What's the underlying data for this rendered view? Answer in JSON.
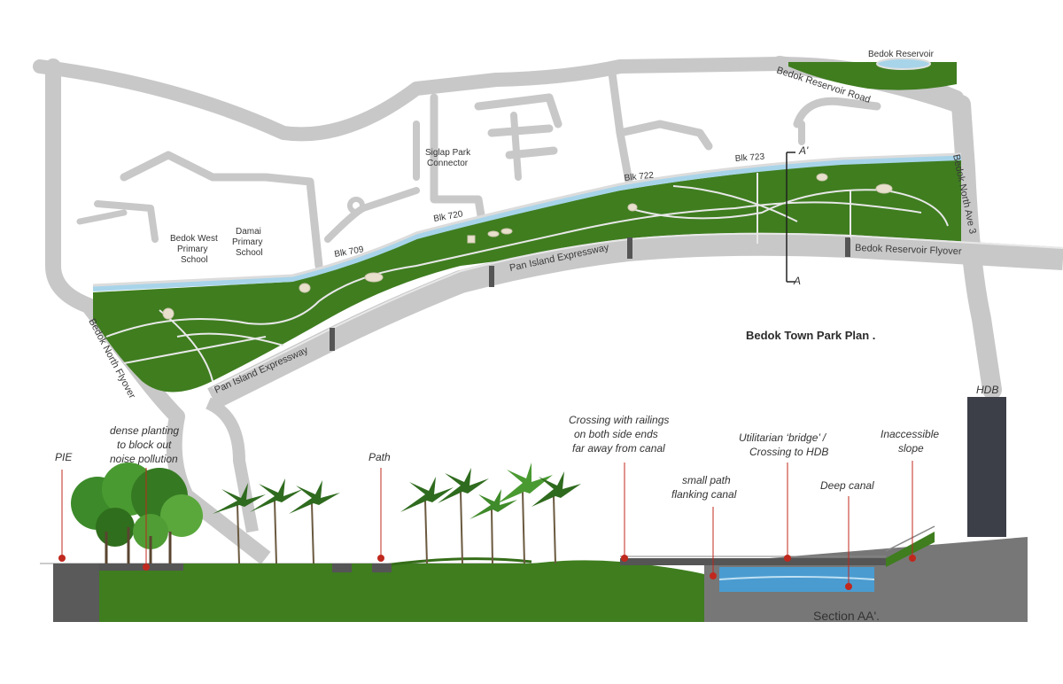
{
  "plan": {
    "title": "Bedok Town Park Plan .",
    "places": {
      "reservoir": "Bedok Reservoir",
      "reservoir_road": "Bedok Reservoir Road",
      "north_ave3": "Bedok North Ave 3",
      "reservoir_flyover": "Bedok Reservoir Flyover",
      "pie_east": "Pan Island Expressway",
      "pie_west": "Pan Island Expressway",
      "north_flyover": "Bedok North Flyover",
      "siglap": "Siglap Park Connector",
      "school_west": "Bedok West Primary School",
      "school_damai": "Damai Primary School"
    },
    "blocks": [
      "Blk 709",
      "Blk 720",
      "Blk 722",
      "Blk 723"
    ],
    "section_marks": {
      "top": "A'",
      "bottom": "A"
    }
  },
  "section": {
    "title": "Section AA'.",
    "labels": {
      "pie": "PIE",
      "dense": "dense planting to block out noise pollution",
      "path": "Path",
      "crossing_rail": "Crossing with railings on both side ends far away from canal",
      "small_path": "small path flanking canal",
      "bridge": "Utilitarian 'bridge' / Crossing to HDB",
      "inaccessible": "Inaccessible slope",
      "deep_canal": "Deep canal",
      "hdb": "HDB"
    }
  },
  "colors": {
    "road": "#c8c8c8",
    "road_edge": "#e6e6e6",
    "grass": "#3f7d1f",
    "canal": "#a8d4ea",
    "ground": "#5a5a5a",
    "marker": "#c0281e",
    "building": "#3c3f47"
  }
}
